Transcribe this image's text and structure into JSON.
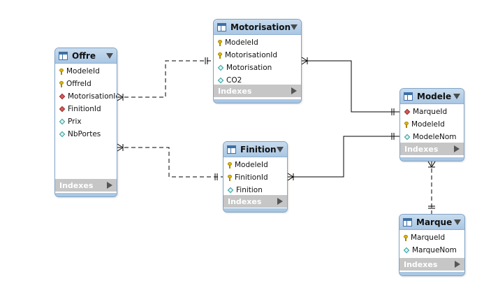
{
  "diagram": {
    "tables": [
      {
        "id": "offre",
        "name": "Offre",
        "columns": [
          {
            "icon": "primary-key-icon",
            "name": "ModeleId"
          },
          {
            "icon": "primary-key-icon",
            "name": "OffreId"
          },
          {
            "icon": "foreign-key-icon",
            "name": "MotorisationId"
          },
          {
            "icon": "foreign-key-icon",
            "name": "FinitionId"
          },
          {
            "icon": "attribute-icon",
            "name": "Prix"
          },
          {
            "icon": "attribute-icon",
            "name": "NbPortes"
          }
        ],
        "footer": "Indexes"
      },
      {
        "id": "motorisation",
        "name": "Motorisation",
        "columns": [
          {
            "icon": "primary-key-icon",
            "name": "ModeleId"
          },
          {
            "icon": "primary-key-icon",
            "name": "MotorisationId"
          },
          {
            "icon": "attribute-icon",
            "name": "Motorisation"
          },
          {
            "icon": "attribute-icon",
            "name": "CO2"
          }
        ],
        "footer": "Indexes"
      },
      {
        "id": "finition",
        "name": "Finition",
        "columns": [
          {
            "icon": "primary-key-icon",
            "name": "ModeleId"
          },
          {
            "icon": "primary-key-icon",
            "name": "FinitionId"
          },
          {
            "icon": "attribute-icon",
            "name": "Finition"
          }
        ],
        "footer": "Indexes"
      },
      {
        "id": "modele",
        "name": "Modele",
        "columns": [
          {
            "icon": "foreign-key-icon",
            "name": "MarqueId"
          },
          {
            "icon": "primary-key-icon",
            "name": "ModeleId"
          },
          {
            "icon": "attribute-icon",
            "name": "ModeleNom"
          }
        ],
        "footer": "Indexes"
      },
      {
        "id": "marque",
        "name": "Marque",
        "columns": [
          {
            "icon": "primary-key-icon",
            "name": "MarqueId"
          },
          {
            "icon": "attribute-icon",
            "name": "MarqueNom"
          }
        ],
        "footer": "Indexes"
      }
    ],
    "relationships": [
      {
        "from": "offre",
        "to": "motorisation",
        "style": "non-identifying",
        "from_end": "many",
        "to_end": "one"
      },
      {
        "from": "offre",
        "to": "finition",
        "style": "non-identifying",
        "from_end": "many",
        "to_end": "one"
      },
      {
        "from": "motorisation",
        "to": "modele",
        "style": "identifying",
        "from_end": "many",
        "to_end": "one"
      },
      {
        "from": "finition",
        "to": "modele",
        "style": "identifying",
        "from_end": "many",
        "to_end": "one"
      },
      {
        "from": "modele",
        "to": "marque",
        "style": "non-identifying",
        "from_end": "many",
        "to_end": "one"
      }
    ],
    "colors": {
      "header": "#a9c6e3",
      "border": "#7fa3c6",
      "footer": "#c6c6c6",
      "line": "#000000"
    }
  }
}
